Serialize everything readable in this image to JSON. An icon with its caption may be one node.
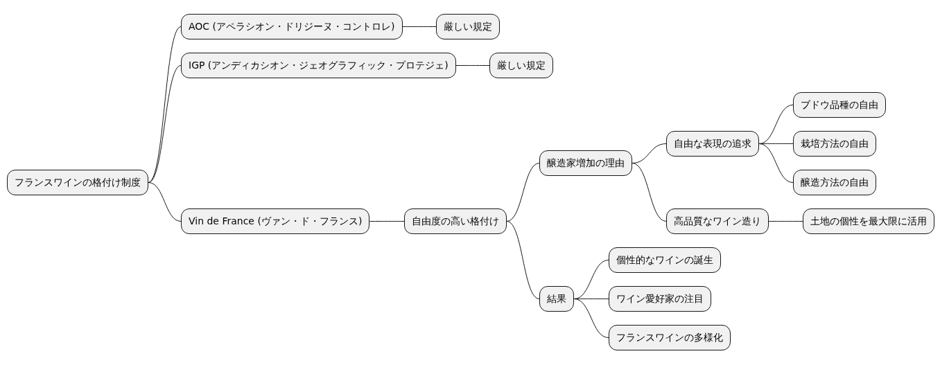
{
  "diagram": {
    "nodes": [
      {
        "text": [
          "フランスワインの格付け制度"
        ]
      },
      {
        "text": [
          "AOC (アペラシオン・ドリジーヌ・コントロレ)"
        ]
      },
      {
        "text": [
          "厳しい規定"
        ]
      },
      {
        "text": [
          "IGP (アンディカシオン・ジェオグラフィック・プロテジェ)"
        ]
      },
      {
        "text": [
          "厳しい規定"
        ]
      },
      {
        "text": [
          "Vin de France (ヴァン・ド・フランス)"
        ]
      },
      {
        "text": [
          "自由度の高い格付け"
        ]
      },
      {
        "text": [
          "醸造家増加の理由"
        ]
      },
      {
        "text": [
          "自由な表現の追求"
        ]
      },
      {
        "text": [
          "ブドウ品種の自由"
        ]
      },
      {
        "text": [
          "栽培方法の自由"
        ]
      },
      {
        "text": [
          "醸造方法の自由"
        ]
      },
      {
        "text": [
          "高品質なワイン造り"
        ]
      },
      {
        "text": [
          "土地の個性を最大限に活用"
        ]
      },
      {
        "text": [
          "結果"
        ]
      },
      {
        "text": [
          "個性的なワインの誕生"
        ]
      },
      {
        "text": [
          "ワイン愛好家の注目"
        ]
      },
      {
        "text": [
          "フランスワインの多様化"
        ]
      }
    ],
    "edges": [
      {
        "from": 0,
        "to": 1,
        "arrow": "none"
      },
      {
        "from": 1,
        "to": 2,
        "arrow": "none"
      },
      {
        "from": 0,
        "to": 3,
        "arrow": "none"
      },
      {
        "from": 3,
        "to": 4,
        "arrow": "none"
      },
      {
        "from": 0,
        "to": 5,
        "arrow": "none"
      },
      {
        "from": 5,
        "to": 6,
        "arrow": "none"
      },
      {
        "from": 6,
        "to": 7,
        "arrow": "none"
      },
      {
        "from": 7,
        "to": 8,
        "arrow": "none"
      },
      {
        "from": 8,
        "to": 9,
        "arrow": "none"
      },
      {
        "from": 8,
        "to": 10,
        "arrow": "none"
      },
      {
        "from": 8,
        "to": 11,
        "arrow": "none"
      },
      {
        "from": 7,
        "to": 12,
        "arrow": "none"
      },
      {
        "from": 12,
        "to": 13,
        "arrow": "none"
      },
      {
        "from": 6,
        "to": 14,
        "arrow": "none"
      },
      {
        "from": 14,
        "to": 15,
        "arrow": "none"
      },
      {
        "from": 14,
        "to": 16,
        "arrow": "none"
      },
      {
        "from": 14,
        "to": 17,
        "arrow": "none"
      }
    ]
  }
}
